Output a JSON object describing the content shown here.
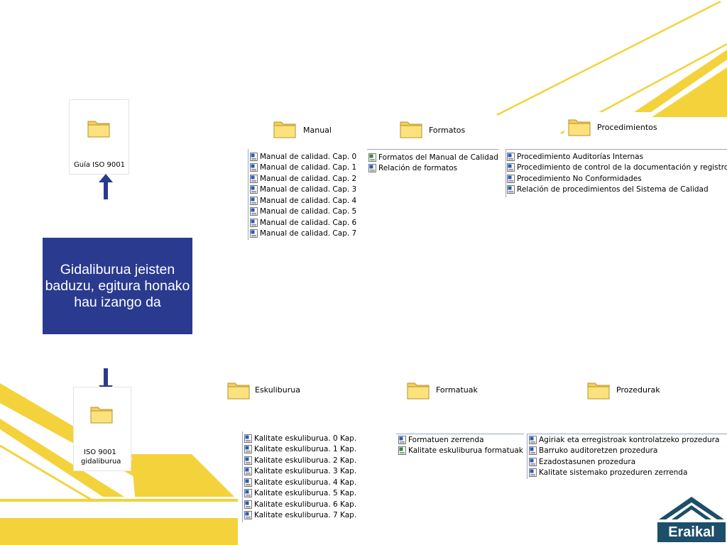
{
  "colors": {
    "yellow": "#f4d23c",
    "navy": "#2a3a8f",
    "logo": "#1d4e6a"
  },
  "top": {
    "guide": {
      "label": "Guía ISO 9001",
      "icon": "folder-icon"
    },
    "folders": [
      {
        "name": "Manual",
        "icon": "folder-icon"
      },
      {
        "name": "Formatos",
        "icon": "folder-icon"
      },
      {
        "name": "Procedimientos",
        "icon": "folder-icon"
      }
    ],
    "manual_items": [
      "Manual de calidad. Cap. 0",
      "Manual de calidad. Cap. 1",
      "Manual de calidad. Cap. 2",
      "Manual de calidad. Cap. 3",
      "Manual de calidad. Cap. 4",
      "Manual de calidad. Cap. 5",
      "Manual de calidad. Cap. 6",
      "Manual de calidad. Cap. 7"
    ],
    "formatos_items": [
      "Formatos del Manual de Calidad",
      "Relación de formatos"
    ],
    "procedimientos_items": [
      "Procedimiento Auditorías Internas",
      "Procedimiento de control de la documentación y registros",
      "Procedimiento No Conformidades",
      "Relación de procedimientos del Sistema de Calidad"
    ]
  },
  "callout": {
    "text": "Gidaliburua jeisten baduzu, egitura honako hau izango da"
  },
  "bottom": {
    "guide": {
      "label_line1": "ISO 9001",
      "label_line2": "gidaliburua",
      "icon": "folder-icon"
    },
    "folders": [
      {
        "name": "Eskuliburua",
        "icon": "folder-icon"
      },
      {
        "name": "Formatuak",
        "icon": "folder-icon"
      },
      {
        "name": "Prozedurak",
        "icon": "folder-icon"
      }
    ],
    "eskuliburua_items": [
      "Kalitate eskuliburua. 0 Kap.",
      "Kalitate eskuliburua. 1 Kap.",
      "Kalitate eskuliburua. 2 Kap.",
      "Kalitate eskuliburua. 3 Kap.",
      "Kalitate eskuliburua. 4 Kap.",
      "Kalitate eskuliburua. 5 Kap.",
      "Kalitate eskuliburua. 6 Kap.",
      "Kalitate eskuliburua. 7 Kap."
    ],
    "formatuak_items": [
      "Formatuen zerrenda",
      "Kalitate eskuliburua formatuak"
    ],
    "prozedurak_items": [
      "Agiriak eta erregistroak kontrolatzeko prozedura",
      "Barruko auditoretzen prozedura",
      "Ezadostasunen prozedura",
      "Kalitate sistemako prozeduren zerrenda"
    ]
  },
  "logo": {
    "text": "Eraikal",
    "icon": "house-roof-icon"
  }
}
